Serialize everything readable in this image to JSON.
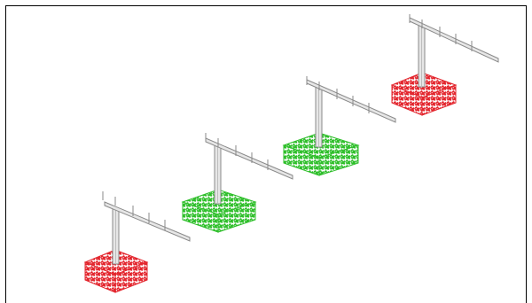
{
  "viewport": {
    "background": "#ffffff",
    "frame_color": "#000000"
  },
  "palette": {
    "red_base": "#e3262e",
    "green_base": "#2fbf2b",
    "steel_outline": "#8a8a8a",
    "steel_fill": "#e6e6e6"
  },
  "structures": [
    {
      "id": "structure-1",
      "base_color": "red"
    },
    {
      "id": "structure-2",
      "base_color": "green"
    },
    {
      "id": "structure-3",
      "base_color": "green"
    },
    {
      "id": "structure-4",
      "base_color": "red"
    }
  ]
}
